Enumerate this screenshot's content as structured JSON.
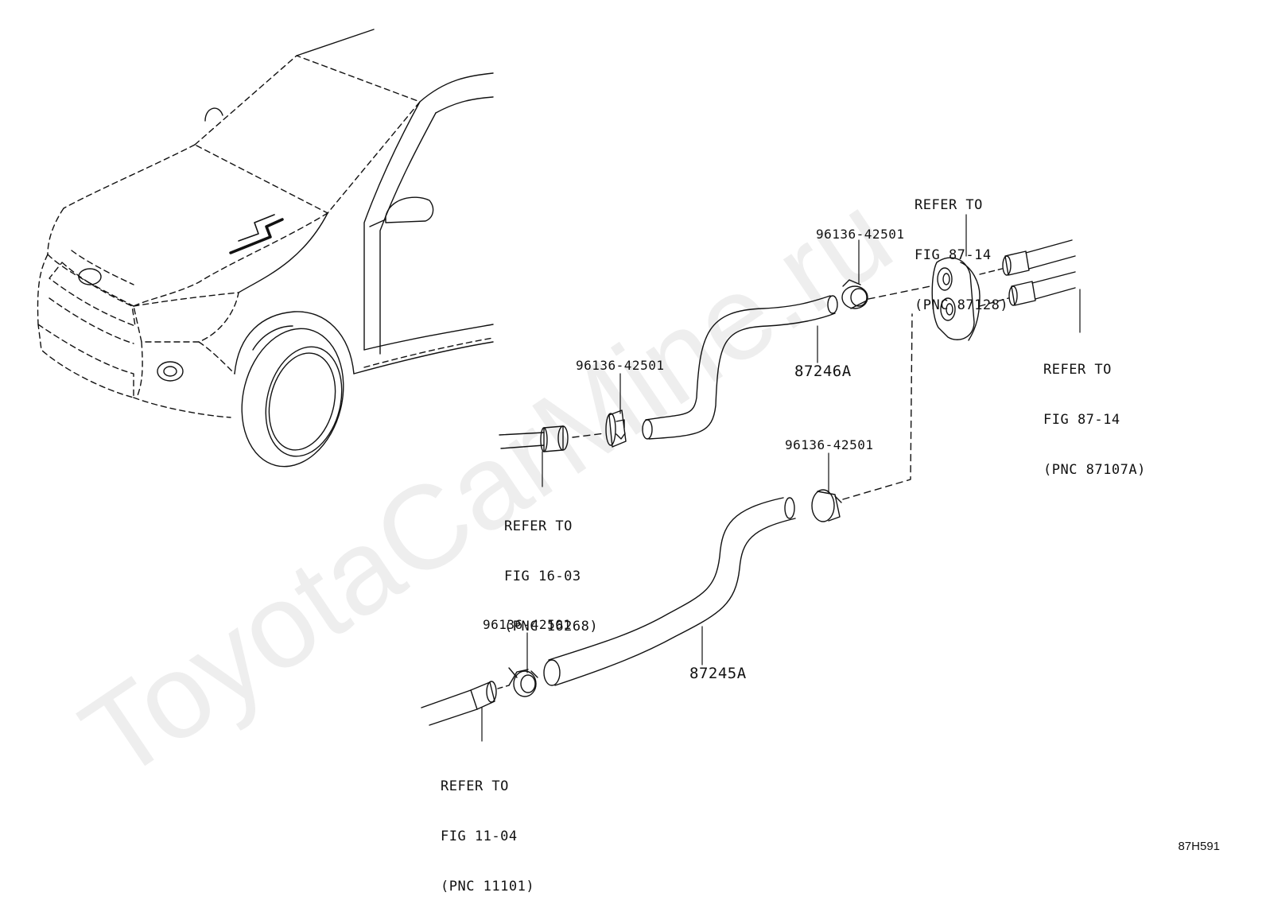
{
  "watermark": "ToyotaCarMine.ru",
  "figure_code": "87H591",
  "parts": [
    {
      "id": "hose-upper",
      "number": "87246A"
    },
    {
      "id": "hose-lower",
      "number": "87245A"
    }
  ],
  "clips": [
    {
      "id": "clip-top",
      "number": "96136-42501"
    },
    {
      "id": "clip-mid",
      "number": "96136-42501"
    },
    {
      "id": "clip-right",
      "number": "96136-42501"
    },
    {
      "id": "clip-bottom",
      "number": "96136-42501"
    }
  ],
  "references": [
    {
      "id": "ref-grommet",
      "lines": [
        "REFER TO",
        "FIG 87-14",
        "(PNC 87128)"
      ]
    },
    {
      "id": "ref-pipes",
      "lines": [
        "REFER TO",
        "FIG 87-14",
        "(PNC 87107A)"
      ]
    },
    {
      "id": "ref-16-03",
      "lines": [
        "REFER TO",
        "FIG 16-03",
        "(PNC 16268)"
      ]
    },
    {
      "id": "ref-11-04",
      "lines": [
        "REFER TO",
        "FIG 11-04",
        "(PNC 11101)"
      ]
    }
  ]
}
